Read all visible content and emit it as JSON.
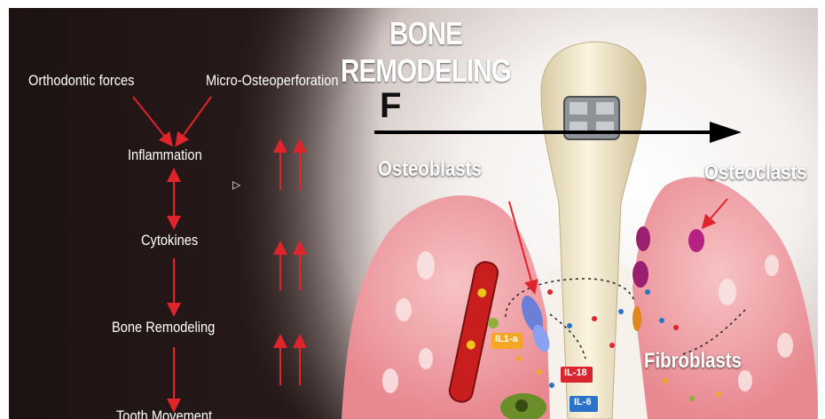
{
  "title": "BONE REMODELING",
  "flow": {
    "input_left": "Orthodontic forces",
    "input_right": "Micro-Osteoperforation",
    "step_1": "Inflammation",
    "step_2": "Cytokines",
    "step_3": "Bone Remodeling",
    "step_4": "Tooth Movement"
  },
  "force_label": "F",
  "cell_labels": {
    "osteoblasts": "Osteoblasts",
    "osteoclasts": "Osteoclasts",
    "fibroblasts": "Fibroblasts"
  },
  "cytokines": {
    "il1a": "IL1-a",
    "il18": "IL-18",
    "il6": "IL-6"
  },
  "colors": {
    "arrow_red": "#e0242c",
    "gum_pink": "#f2a4a8",
    "tooth": "#efe6cc",
    "il1a_bg": "#f5a623",
    "il18_bg": "#d9262e",
    "il6_bg": "#2b73c9"
  }
}
